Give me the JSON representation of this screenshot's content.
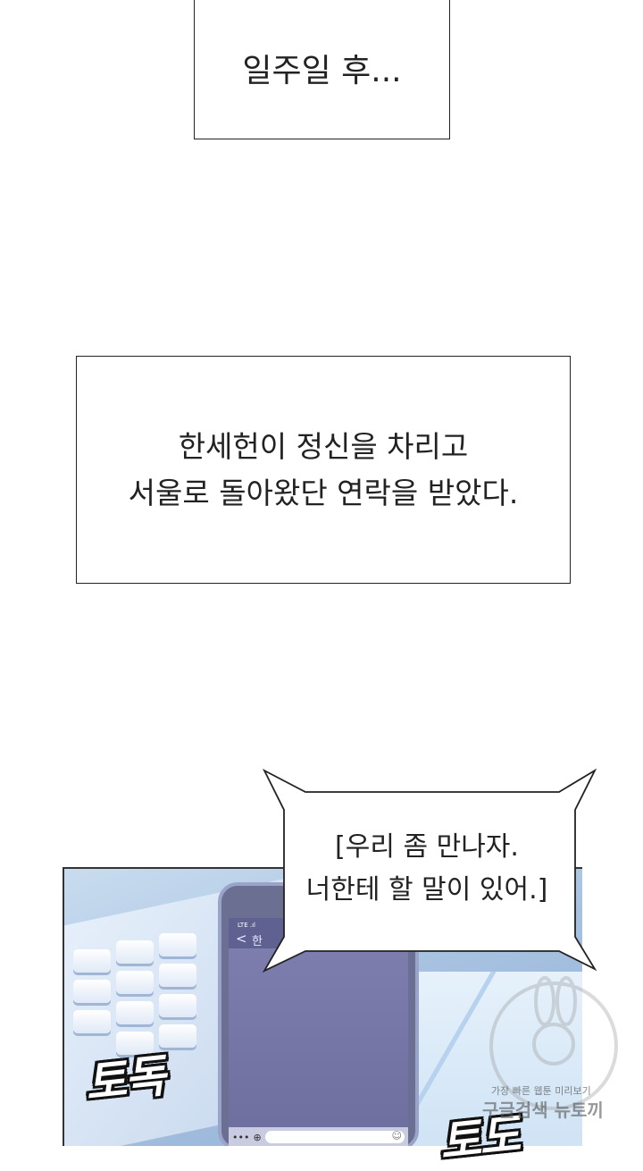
{
  "caption_1": {
    "text": "일주일 후..."
  },
  "caption_2": {
    "line_1": "한세헌이 정신을 차리고",
    "line_2": "서울로 돌아왔단 연락을 받았다."
  },
  "speech_bubble": {
    "line_1": "[우리 좀 만나자.",
    "line_2": "너한테 할 말이 있어.]"
  },
  "phone": {
    "status": "LTE .ıl",
    "back_glyph": "<",
    "chat_title": "한",
    "icons": [
      "more-icon",
      "plus-icon",
      "emoji-icon"
    ]
  },
  "sound_effects": [
    "토독",
    "토도"
  ],
  "watermark": {
    "line_1": "가장 빠른 웹툰 미리보기",
    "line_2": "구글검색 뉴토끼"
  }
}
